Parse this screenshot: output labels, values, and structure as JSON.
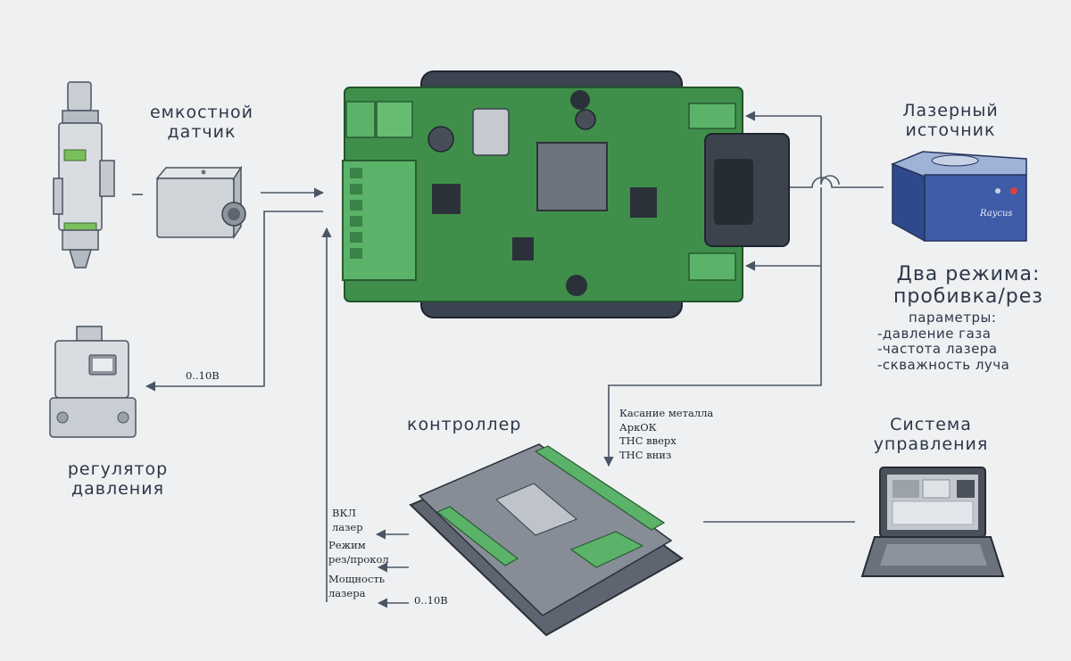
{
  "labels": {
    "sensor": [
      "емкостной",
      "датчик"
    ],
    "laser_source": [
      "Лазерный",
      "источник"
    ],
    "modes": {
      "title": [
        "Два режима:",
        "пробивка/рез"
      ],
      "params_title": "параметры:",
      "params": [
        "-давление газа",
        "-частота лазера",
        "-скважность луча"
      ]
    },
    "regulator": [
      "регулятор",
      "давления"
    ],
    "controller": "контроллер",
    "control_system": [
      "Система",
      "управления"
    ],
    "signals_in": [
      "Касание металла",
      "АркОК",
      "THC вверх",
      "THC вниз"
    ],
    "outputs": {
      "laser_on": [
        "ВКЛ",
        "лазер"
      ],
      "mode": [
        "Режим",
        "рез/прокол"
      ],
      "power": [
        "Мощность",
        "лазера"
      ]
    },
    "voltage_regulator": "0..10В",
    "voltage_power": "0..10В",
    "laser_brand": "Raycus"
  },
  "colors": {
    "background": "#eef0f2",
    "pcb": "#3f8f4a",
    "terminal": "#5bb36a",
    "line": "#4a5563",
    "laser_box": "#3e5ca8"
  }
}
